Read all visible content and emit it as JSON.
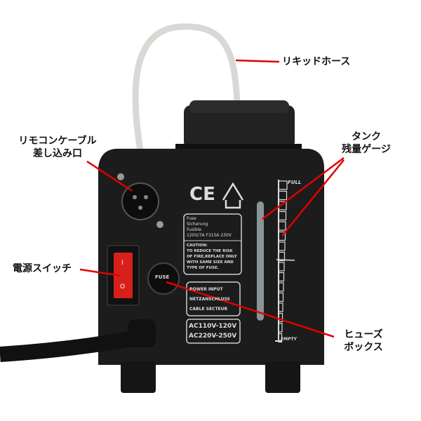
{
  "annotations": {
    "liquid_hose": "リキッドホース",
    "tank_gauge_line1": "タンク",
    "tank_gauge_line2": "残量ゲージ",
    "remote_port_line1": "リモコンケーブル",
    "remote_port_line2": "差し込み口",
    "power_switch": "電源スイッチ",
    "fuse_box_line1": "ヒューズ",
    "fuse_box_line2": "ボックス"
  },
  "device": {
    "ce_mark": "CE",
    "fuse_label": [
      "Fuse",
      "Sicherung",
      "Fusible",
      "120V/7A    F315A  230V"
    ],
    "caution": [
      "CAUTION:",
      "TO REDUCE THE RISK",
      "OF FIRE,REPLACE ONLY",
      "WITH SAME SIZE AND",
      "TYPE OF FUSE."
    ],
    "power_input": [
      "POWER INPUT",
      "NETZANSCHLUSS",
      "CABLE SECTEUR"
    ],
    "voltage": [
      "AC110V-120V",
      "AC220V-250V"
    ],
    "fuse_cap": "FUSE",
    "gauge_full": "FULL",
    "gauge_empty": "EMPTY",
    "switch_on": "I",
    "switch_off": "O"
  },
  "colors": {
    "annotation_line": "#e00000",
    "body": "#1c1c1c",
    "switch": "#d8201a"
  }
}
